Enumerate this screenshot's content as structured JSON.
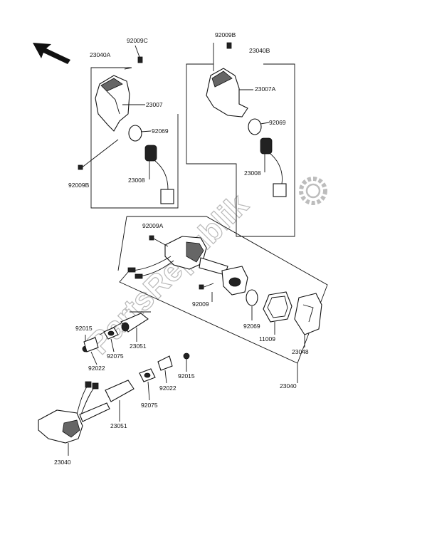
{
  "labels": {
    "p92009C": "92009C",
    "p23040A": "23040A",
    "p23007_left": "23007",
    "p92069_left": "92069",
    "p23008_left": "23008",
    "p92009B_left": "92009B",
    "p92009B_right": "92009B",
    "p23040B": "23040B",
    "p23007A": "23007A",
    "p92069_right": "92069",
    "p23008_right": "23008",
    "p92009A": "92009A",
    "p92009": "92009",
    "p92069_center": "92069",
    "p11009": "11009",
    "p23048": "23048",
    "p23040_center": "23040",
    "p92015_left": "92015",
    "p92022_left": "92022",
    "p92075_left": "92075",
    "p23051_center": "23051",
    "p92015_right": "92015",
    "p92022_right": "92022",
    "p92075_bottom": "92075",
    "p23051_bottom": "23051",
    "p23040_bottom": "23040"
  },
  "watermark": "PartsRepublik",
  "icons": [
    "direction-arrow-icon",
    "gear-logo-icon"
  ]
}
